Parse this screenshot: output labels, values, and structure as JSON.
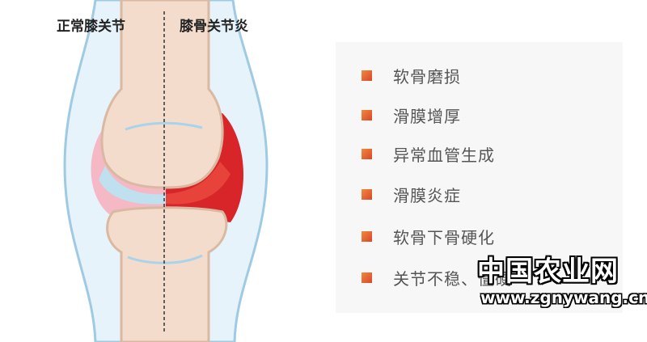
{
  "headers": {
    "normal": "正常膝关节",
    "arthritis": "膝骨关节炎"
  },
  "items": [
    {
      "label": "软骨磨损"
    },
    {
      "label": "滑膜增厚"
    },
    {
      "label": "异常血管生成"
    },
    {
      "label": "滑膜炎症"
    },
    {
      "label": "软骨下骨硬化"
    },
    {
      "label": "关节不稳、僵硬"
    }
  ],
  "watermark": {
    "name": "中国农业网",
    "url": "www.zgnywang.cn"
  },
  "colors": {
    "bullet": "#e5622f",
    "bone": "#f3dccb",
    "cartilage": "#bfe0ef",
    "synovium_normal": "#f4b9c4",
    "inflamed": "#d8252a"
  }
}
